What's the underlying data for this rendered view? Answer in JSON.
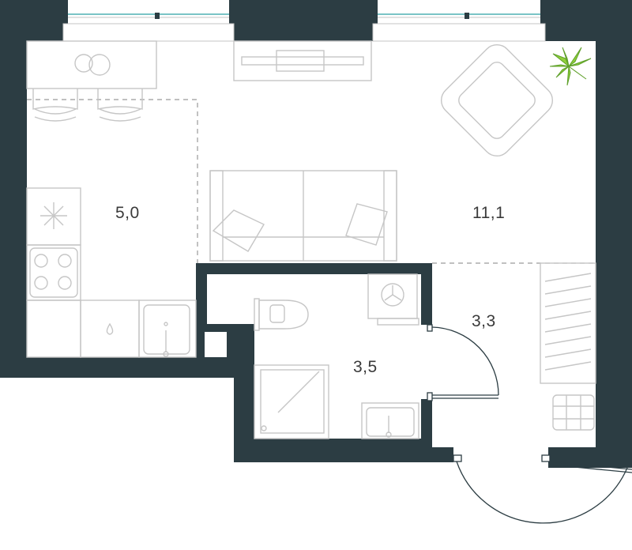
{
  "rooms": [
    {
      "id": "kitchen",
      "area": "5,0"
    },
    {
      "id": "living",
      "area": "11,1"
    },
    {
      "id": "bathroom",
      "area": "3,5"
    },
    {
      "id": "hallway",
      "area": "3,3"
    }
  ],
  "colors": {
    "wall": "#2c3d43",
    "line": "#c6c6c6",
    "line_dark": "#9a9a9a",
    "window": "#7ac4c6",
    "plant": "#8fcf3a",
    "floor": "#ffffff"
  },
  "icons": [
    "armchair-icon",
    "plant-icon",
    "sofa-icon",
    "tv-icon",
    "stove-icon",
    "sink-icon",
    "toilet-icon",
    "washer-icon",
    "shower-icon",
    "wardrobe-icon",
    "door-icon"
  ]
}
